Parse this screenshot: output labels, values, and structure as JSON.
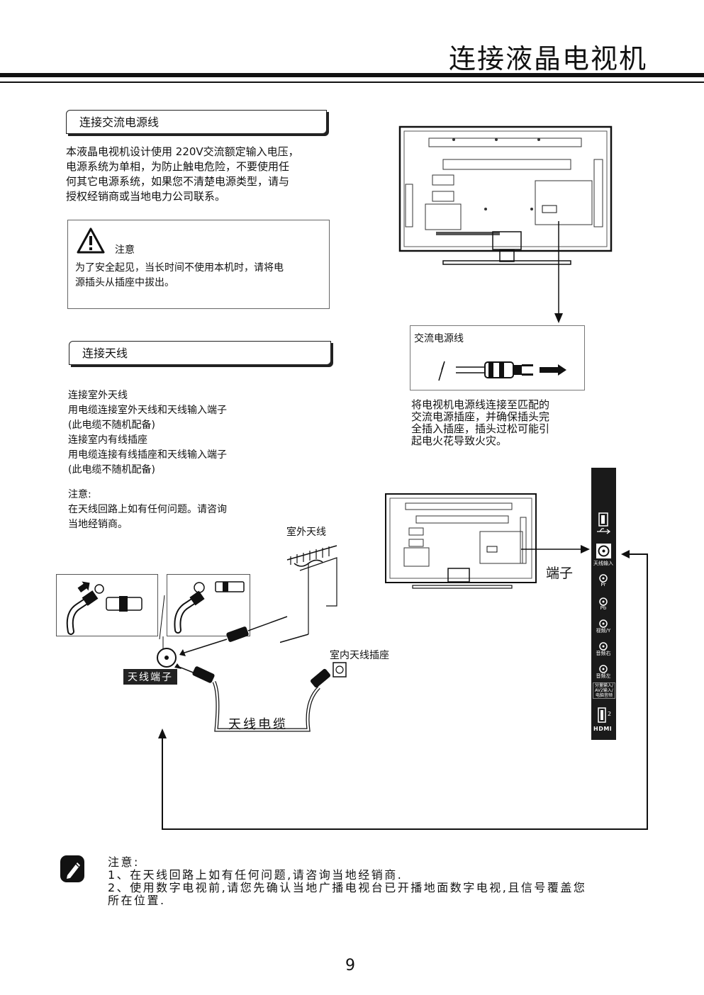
{
  "page": {
    "title": "连接液晶电视机",
    "page_number": "9"
  },
  "power_section": {
    "heading": "连接交流电源线",
    "body": [
      "本液晶电视机设计使用 220V交流额定输入电压，",
      "电源系统为单相，为防止触电危险，不要使用任",
      "何其它电源系统，如果您不清楚电源类型，请与",
      "授权经销商或当地电力公司联系。"
    ],
    "warning_title": "注意",
    "warning_body": [
      "为了安全起见，当长时间不使用本机时，请将电",
      "源插头从插座中拔出。"
    ],
    "cord_label": "交流电源线",
    "cord_note": [
      "将电视机电源线连接至匹配的",
      "交流电源插座，并确保插头完",
      "全插入插座，插头过松可能引",
      "起电火花导致火灾。"
    ]
  },
  "antenna_section": {
    "heading": "连接天线",
    "body": [
      "连接室外天线",
      "用电缆连接室外天线和天线输入端子",
      "(此电缆不随机配备)",
      "连接室内有线插座",
      "用电缆连接有线插座和天线输入端子",
      "(此电缆不随机配备)"
    ],
    "note": [
      "注意:",
      "在天线回路上如有任何问题。请咨询",
      "当地经销商。"
    ],
    "outdoor_antenna_label": "室外天线",
    "indoor_socket_label": "室内天线插座",
    "antenna_terminal_label": "天线端子",
    "cable_label": "天线电缆",
    "terminal_label": "端子"
  },
  "side_panel": {
    "ports": [
      "天线输入",
      "Pr",
      "Pb",
      "视频/Y",
      "音频右",
      "音频左"
    ],
    "group_label": [
      "分量输入/",
      "AV2输入/",
      "电脑音频"
    ],
    "hdmi_num": "2",
    "hdmi_label": "HDMI"
  },
  "footer_note": {
    "title": "注意:",
    "lines": [
      "1、在天线回路上如有任何问题,请咨询当地经销商.",
      "2、使用数字电视前,请您先确认当地广播电视台已开播地面数字电视,且信号覆盖您",
      "所在位置."
    ]
  }
}
